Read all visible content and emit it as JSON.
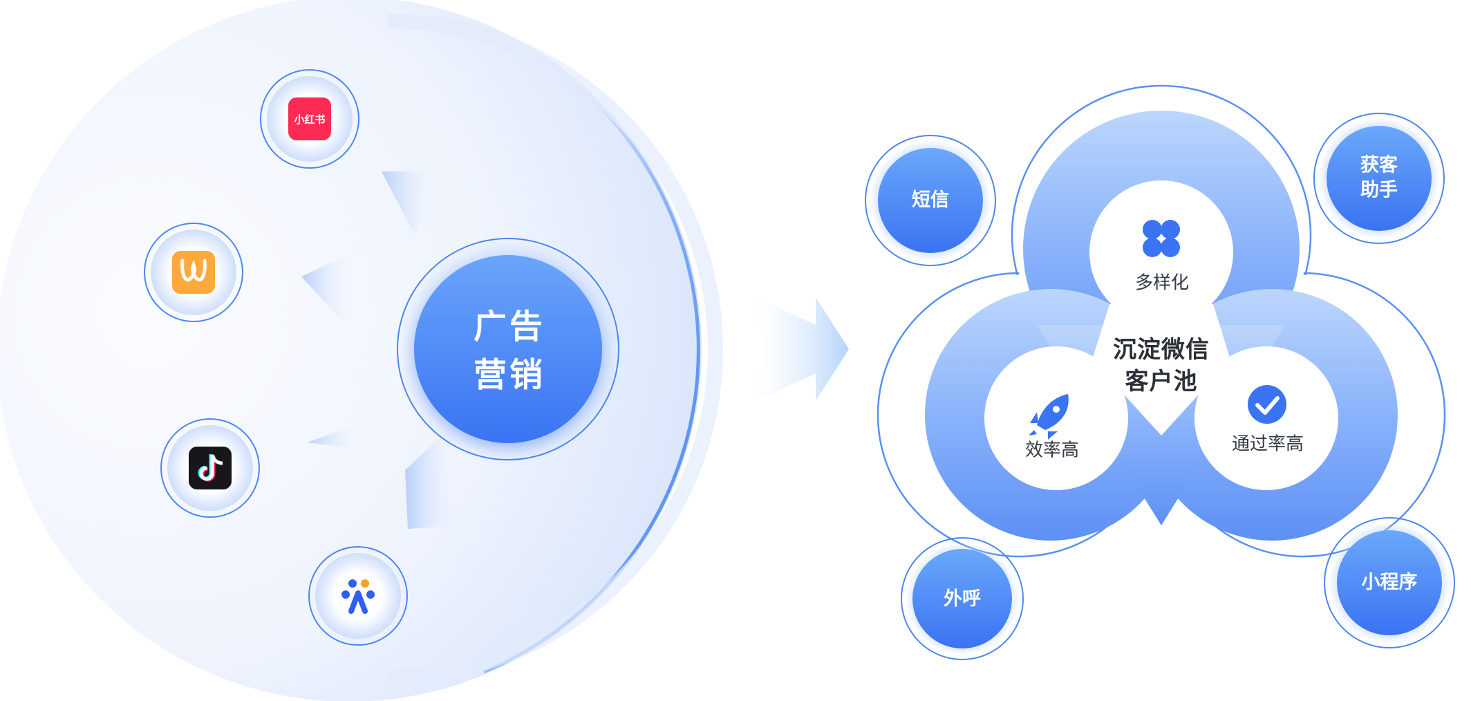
{
  "left": {
    "center_label": "广告\n营销",
    "channels": [
      {
        "name": "xiaohongshu-logo",
        "text": "小红书",
        "icon": "xiaohongshu-icon"
      },
      {
        "name": "weibo-style-logo",
        "text": "",
        "icon": "w-app-icon"
      },
      {
        "name": "douyin-logo",
        "text": "",
        "icon": "tiktok-icon"
      },
      {
        "name": "baidu-style-logo",
        "text": "",
        "icon": "dots-app-icon"
      }
    ]
  },
  "right": {
    "center_label": "沉淀微信\n客户池",
    "features": {
      "diversity": "多样化",
      "efficiency": "效率高",
      "pass_rate": "通过率高"
    },
    "satellites": {
      "sms": "短信",
      "assistant": "获客\n助手",
      "outbound_call": "外呼",
      "mini_program": "小程序"
    }
  },
  "colors": {
    "accent": "#3a7af5",
    "accent_light": "#6aa8fb",
    "xiaohongshu": "#fe2c55",
    "w_app": "#ffa83c",
    "tiktok_bg": "#16161b"
  }
}
